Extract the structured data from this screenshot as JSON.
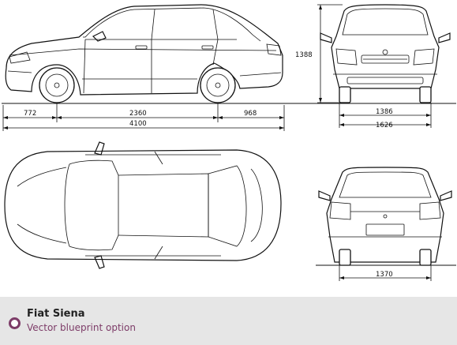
{
  "caption": {
    "title": "Fiat Siena",
    "subtitle": "Vector blueprint option",
    "bullet_icon": "circle-bullet-icon",
    "accent_color": "#7d3c68",
    "background_color": "#e6e6e6"
  },
  "dimensions": {
    "front_overhang": "772",
    "wheelbase": "2360",
    "rear_overhang": "968",
    "overall_length": "4100",
    "height": "1388",
    "front_track": "1386",
    "overall_width": "1626",
    "rear_track": "1370"
  },
  "views": [
    "side-view",
    "front-view",
    "top-view",
    "rear-view"
  ]
}
